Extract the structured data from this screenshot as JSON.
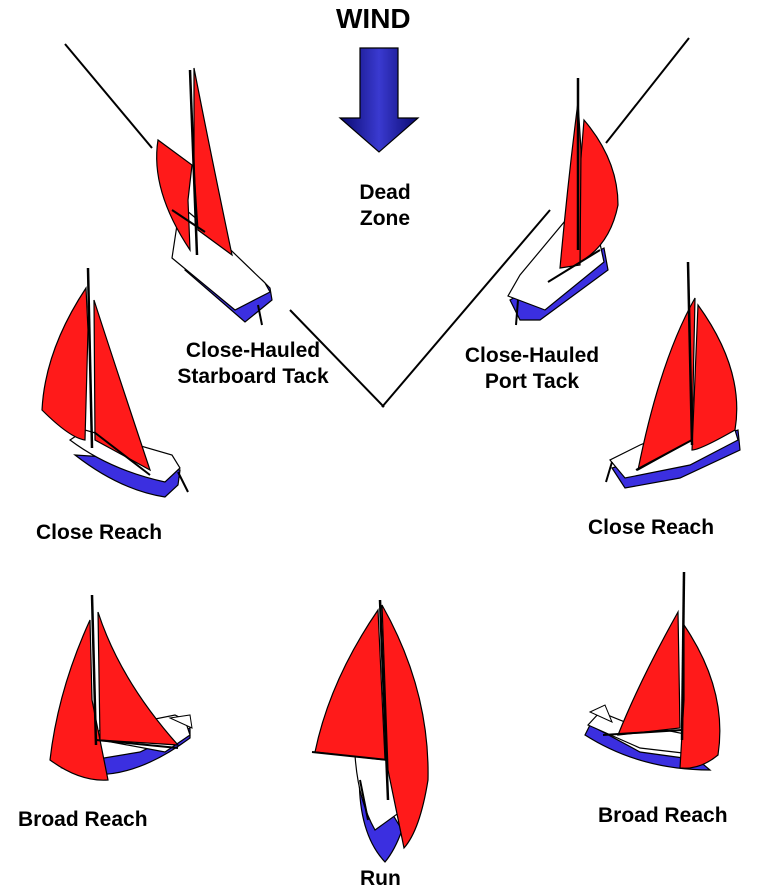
{
  "wind": {
    "label": "WIND",
    "arrow_color": "#1a1a9a"
  },
  "dead_zone": {
    "line1": "Dead",
    "line2": "Zone"
  },
  "points_of_sail": {
    "close_hauled_starboard": {
      "line1": "Close-Hauled",
      "line2": "Starboard Tack"
    },
    "close_hauled_port": {
      "line1": "Close-Hauled",
      "line2": "Port Tack"
    },
    "close_reach_left": "Close Reach",
    "close_reach_right": "Close Reach",
    "broad_reach_left": "Broad Reach",
    "broad_reach_right": "Broad Reach",
    "run": "Run"
  },
  "colors": {
    "sail": "#ff1a1a",
    "hull": "#3b2fe0",
    "deck": "#ffffff",
    "outline": "#000000"
  }
}
